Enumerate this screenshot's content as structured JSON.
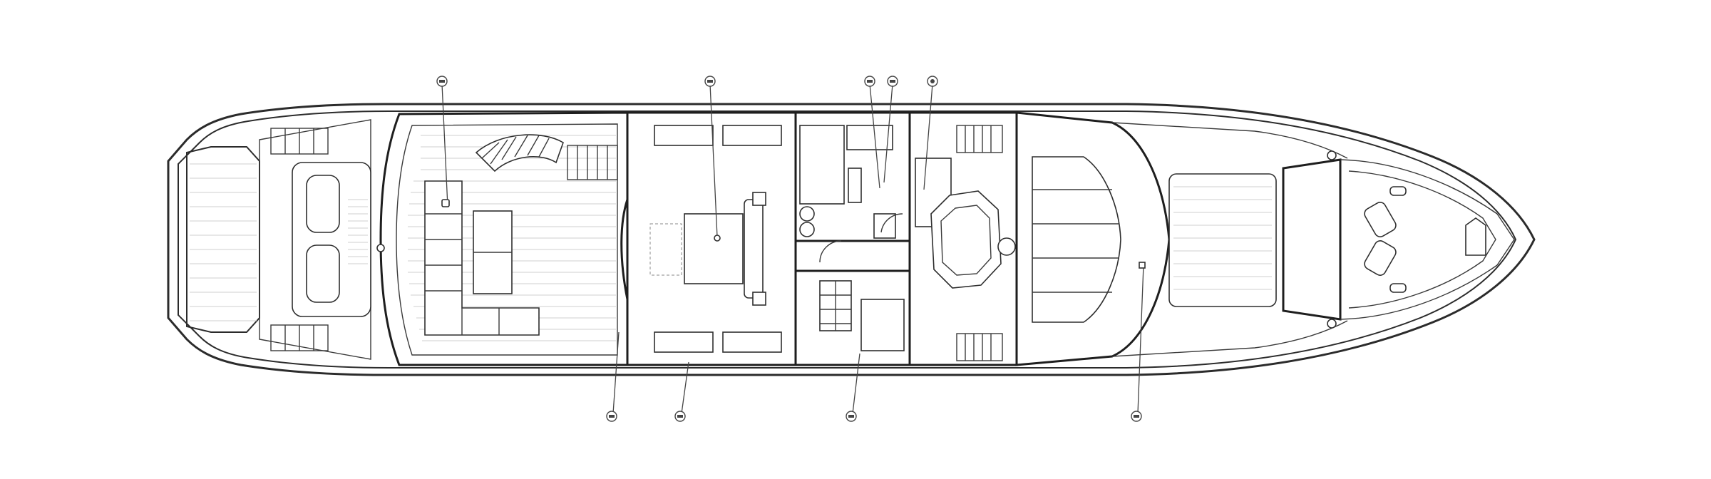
{
  "diagram": {
    "type": "yacht-deck-plan",
    "orientation": "bow-right",
    "line_color": "#2b2b2b",
    "background": "#ffffff",
    "callouts_top": [
      {
        "id": "cabin-aft",
        "icon": "bed-icon"
      },
      {
        "id": "saloon",
        "icon": "sofa-icon"
      },
      {
        "id": "galley",
        "icon": "kitchen-icon"
      },
      {
        "id": "day-head",
        "icon": "toilet-icon"
      },
      {
        "id": "helm",
        "icon": "helm-icon"
      }
    ],
    "callouts_bottom": [
      {
        "id": "entrance",
        "icon": "door-icon"
      },
      {
        "id": "dining",
        "icon": "table-icon"
      },
      {
        "id": "crew",
        "icon": "stairs-icon"
      },
      {
        "id": "foredeck",
        "icon": "sunpad-icon"
      }
    ]
  }
}
